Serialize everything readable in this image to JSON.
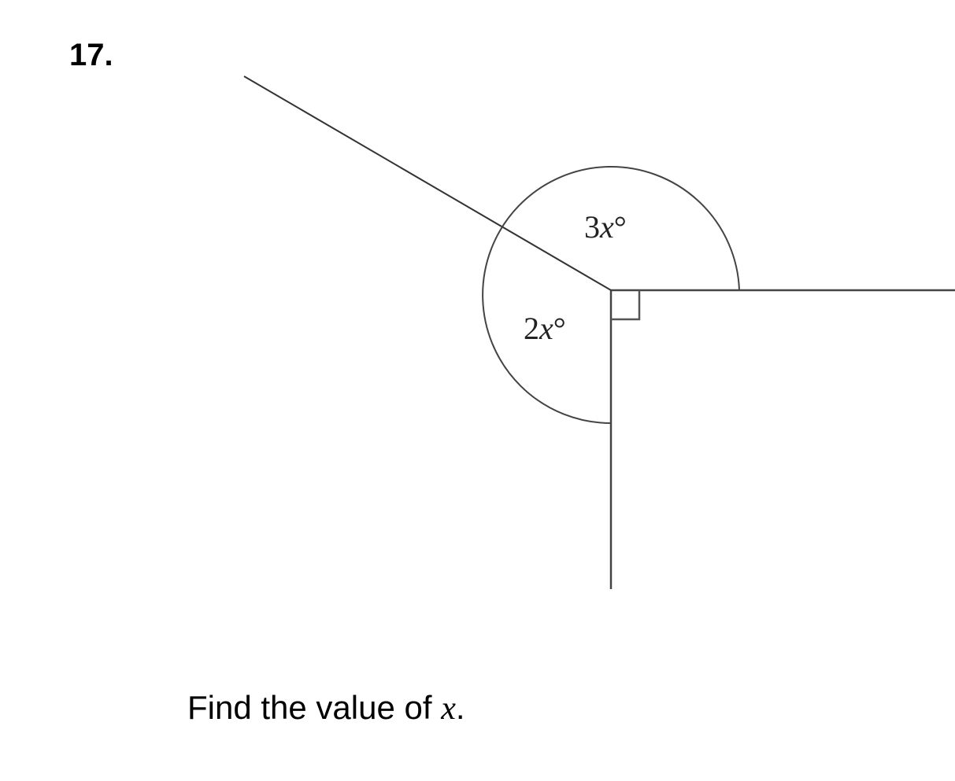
{
  "question": {
    "number": "17."
  },
  "diagram": {
    "angle_upper_label": "3x°",
    "angle_upper_coef": "3",
    "angle_upper_var": "x",
    "angle_upper_deg": "°",
    "angle_lower_label": "2x°",
    "angle_lower_coef": "2",
    "angle_lower_var": "x",
    "angle_lower_deg": "°",
    "right_angle_marked": true
  },
  "prompt": {
    "lead": "Find the value of ",
    "variable": "x",
    "tail": "."
  }
}
